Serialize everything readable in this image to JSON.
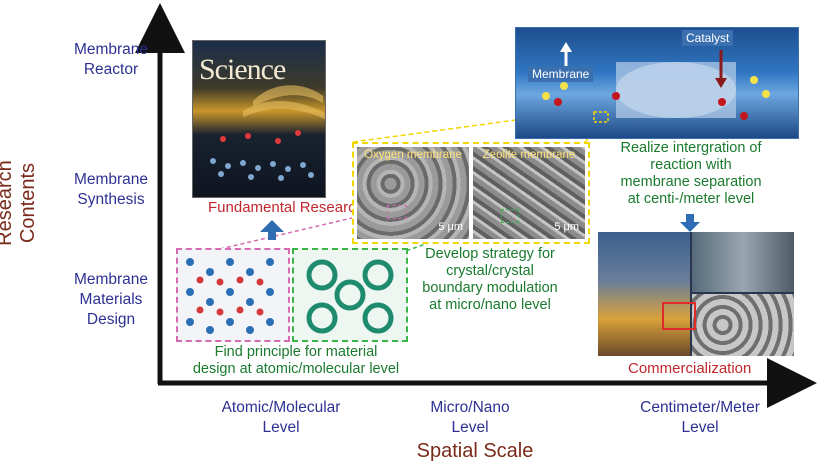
{
  "axes": {
    "y_title": "Research Contents",
    "x_title": "Spatial Scale"
  },
  "y_levels": {
    "reactor": [
      "Membrane",
      "Reactor"
    ],
    "synthesis": [
      "Membrane",
      "Synthesis"
    ],
    "materials": [
      "Membrane",
      "Materials",
      "Design"
    ]
  },
  "x_levels": {
    "atomic": [
      "Atomic/Molecular",
      "Level"
    ],
    "micro": [
      "Micro/Nano",
      "Level"
    ],
    "centi": [
      "Centimeter/Meter",
      "Level"
    ]
  },
  "captions": {
    "fundamental": "Fundamental Research",
    "commercial": "Commercialization",
    "atomic_principle": [
      "Find principle for material",
      "design at atomic/molecular level"
    ],
    "micro_strategy": [
      "Develop strategy for",
      "crystal/crystal",
      "boundary modulation",
      "at micro/nano  level"
    ],
    "integration": [
      "Realize intergration of",
      "reaction with",
      "membrane separation",
      "at centi-/meter level"
    ]
  },
  "panels": {
    "science_cover": "Science",
    "oxygen_membrane": "Oxygen membrane",
    "zeolite_membrane": "Zeolite membrane",
    "scale_bar": "5 μm",
    "reactor_membrane": "Membrane",
    "reactor_catalyst": "Catalyst"
  },
  "colors": {
    "axis": "#111111",
    "level_text": "#2e3192",
    "caption_green": "#1a7a2e",
    "caption_red": "#c1272d",
    "connector_yellow": "#f2d600",
    "connector_pink": "#d46ab0",
    "connector_green": "#39b54a",
    "up_arrow": "#2e6db4"
  }
}
